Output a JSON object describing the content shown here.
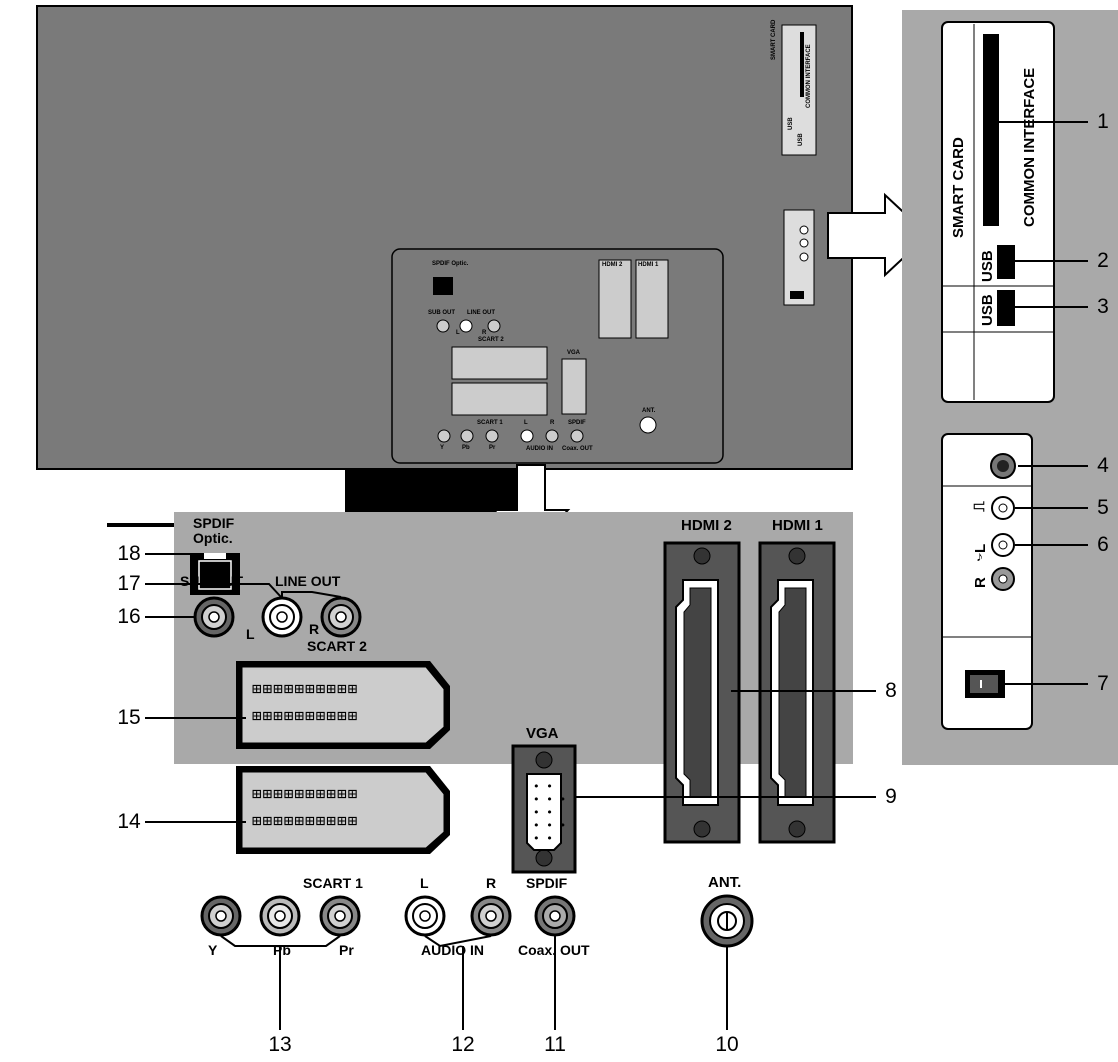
{
  "mini": {
    "smart_card": "SMART CARD",
    "common_interface": "COMMON INTERFACE",
    "usb_a": "USB",
    "usb_b": "USB",
    "spdif_optic": "SPDIF Optic.",
    "sub_out": "SUB OUT",
    "line_out": "LINE OUT",
    "l": "L",
    "r": "R",
    "scart2": "SCART 2",
    "hdmi2": "HDMI 2",
    "hdmi1": "HDMI 1",
    "vga": "VGA",
    "ant": "ANT.",
    "scart1": "SCART 1",
    "y": "Y",
    "pb": "Pb",
    "pr": "Pr",
    "audio_l": "L",
    "audio_r": "R",
    "spdif": "SPDIF",
    "audio_in": "AUDIO IN",
    "coax_out": "Coax. OUT"
  },
  "side": {
    "smart_card": "SMART CARD",
    "common_interface": "COMMON INTERFACE",
    "usb_1": "USB",
    "usb_2": "USB",
    "l": "L",
    "r": "R"
  },
  "panel": {
    "spdif": "SPDIF",
    "optic": "Optic.",
    "sub_out": "SUB OUT",
    "line_out": "LINE OUT",
    "l": "L",
    "r": "R",
    "scart2": "SCART 2",
    "hdmi2": "HDMI 2",
    "hdmi1": "HDMI 1",
    "vga": "VGA",
    "ant": "ANT.",
    "scart1": "SCART 1",
    "audio_l": "L",
    "audio_r": "R",
    "spdif2": "SPDIF",
    "y": "Y",
    "pb": "Pb",
    "pr": "Pr",
    "audio_in": "AUDIO IN",
    "coax_out": "Coax. OUT"
  },
  "callouts": [
    "1",
    "2",
    "3",
    "4",
    "5",
    "6",
    "7",
    "8",
    "9",
    "10",
    "11",
    "12",
    "13",
    "14",
    "15",
    "16",
    "17",
    "18"
  ],
  "colors": {
    "housing": "#7a7a7a",
    "panel": "#a9a9a9",
    "outline": "#000000",
    "socket_white": "#ffffff"
  }
}
